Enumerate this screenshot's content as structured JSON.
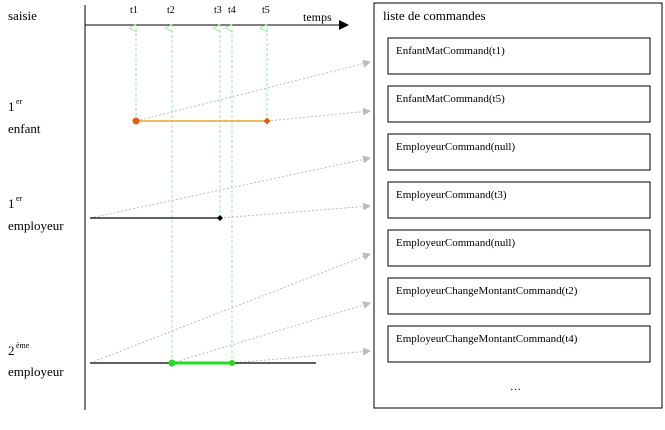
{
  "rows": {
    "saisie": "saisie",
    "enfant": {
      "num": "1",
      "sup": "er",
      "word": "enfant"
    },
    "employeur1": {
      "num": "1",
      "sup": "er",
      "word": "employeur"
    },
    "employeur2": {
      "num": "2",
      "sup": "ème",
      "word": "employeur"
    }
  },
  "axis": {
    "label": "temps"
  },
  "times": [
    "t1",
    "t2",
    "t3",
    "t4",
    "t5"
  ],
  "panel": {
    "title": "liste de commandes",
    "commands": [
      "EnfantMatCommand(t1)",
      "EnfantMatCommand(t5)",
      "EmployeurCommand(null)",
      "EmployeurCommand(t3)",
      "EmployeurCommand(null)",
      "EmployeurChangeMontantCommand(t2)",
      "EmployeurChangeMontantCommand(t4)"
    ],
    "ellipsis": "…"
  },
  "colors": {
    "enfant": "#e8a030",
    "enfant_marker": "#e06010",
    "employeur2": "#22dd22",
    "guide": "#99ee99",
    "arrow": "#bbbbbb"
  }
}
